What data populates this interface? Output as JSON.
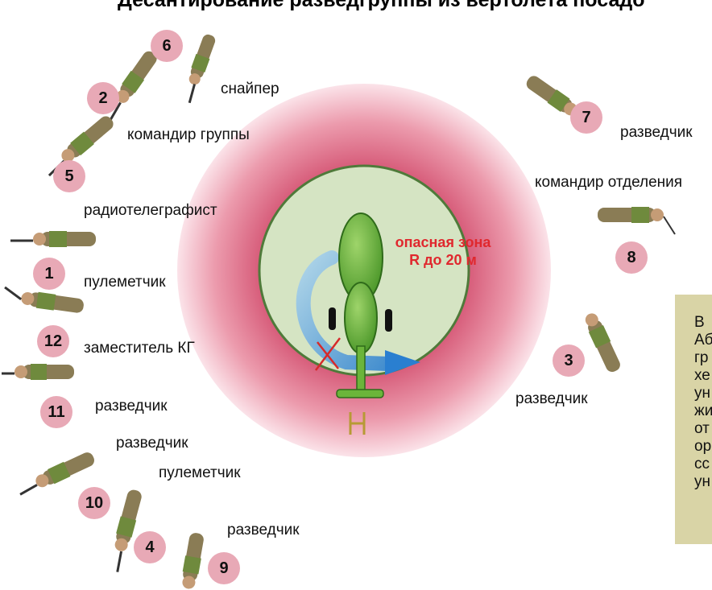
{
  "title": "Десантирование разведгруппы из вертолета посадо",
  "danger_zone": {
    "line1": "опасная зона",
    "line2": "R до 20 м"
  },
  "positions": [
    {
      "num": "6",
      "role": "снайпер"
    },
    {
      "num": "2",
      "role": "командир группы"
    },
    {
      "num": "5",
      "role": "радиотелеграфист"
    },
    {
      "num": "1",
      "role": "пулеметчик"
    },
    {
      "num": "12",
      "role": "заместитель КГ"
    },
    {
      "num": "11",
      "role": "разведчик"
    },
    {
      "num": "10",
      "role": "разведчик"
    },
    {
      "num": "4",
      "role": "пулеметчик"
    },
    {
      "num": "9",
      "role": "разведчик"
    },
    {
      "num": "7",
      "role": "разведчик"
    },
    {
      "num": "8",
      "role": "командир отделения"
    },
    {
      "num": "3",
      "role": "разведчик"
    }
  ],
  "info_text": [
    "В",
    "Аб",
    "гр",
    "хе",
    "ун",
    "жи",
    "от",
    "ор",
    "сс",
    "ун"
  ],
  "colors": {
    "outer_zone": "#e06d85",
    "inner_zone": "#d5e4c3",
    "helicopter": "#6bb53a",
    "arrow": "#3d8fd6",
    "danger_text": "#e0282e",
    "badge": "#e8a9b6",
    "info_box": "#d9d4a6"
  },
  "icons": [
    "helicopter-icon",
    "rotation-arrow-icon",
    "tail-rotor-icon",
    "landing-mark-icon",
    "soldier-icon"
  ]
}
